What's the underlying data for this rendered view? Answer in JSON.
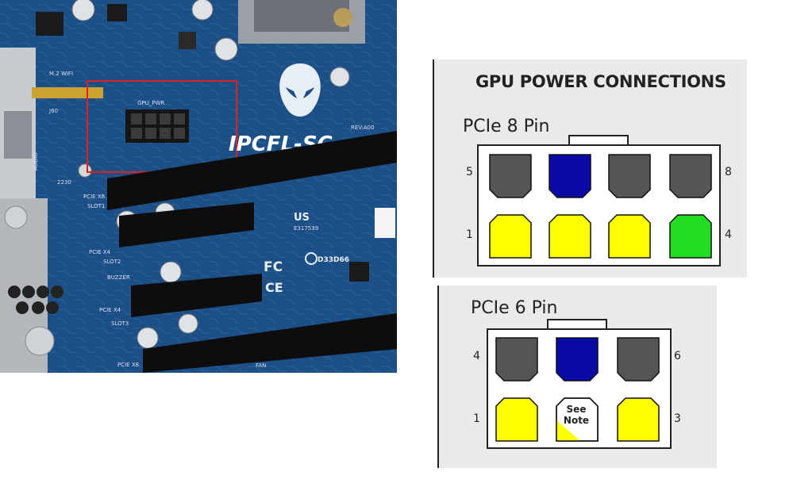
{
  "board": {
    "header_label": "GPU_PWR",
    "model": "IPCFL-SC",
    "rev": "REV:A00",
    "m2_label": "M.2 WIFI",
    "ref_j60": "J60",
    "ref_2230": "2230",
    "audio": "AUDIO",
    "slot_labels": [
      "PCIE X8",
      "SLOT1",
      "PCIE X4",
      "SLOT2",
      "BUZZER",
      "PCIE X4",
      "SLOT3",
      "PCIE X8"
    ],
    "ul_mark": "E317539",
    "ul_text": "US",
    "fc": "FC",
    "ce": "CE",
    "dell_code": "D33D66",
    "fan": "FAN"
  },
  "diagram": {
    "title": "GPU POWER CONNECTIONS",
    "pcie8": {
      "label": "PCIe 8 Pin",
      "top_left": "5",
      "top_right": "8",
      "bottom_left": "1",
      "bottom_right": "4",
      "top_colors": [
        "#555555",
        "#0a0aa8",
        "#555555",
        "#555555"
      ],
      "bottom_colors": [
        "#ffff00",
        "#ffff00",
        "#ffff00",
        "#22dd22"
      ]
    },
    "pcie6": {
      "label": "PCIe 6 Pin",
      "top_left": "4",
      "top_right": "6",
      "bottom_left": "1",
      "bottom_right": "3",
      "top_colors": [
        "#555555",
        "#0a0aa8",
        "#555555"
      ],
      "bottom_colors": [
        "#ffff00",
        "split",
        "#ffff00"
      ],
      "note_line1": "See",
      "note_line2": "Note"
    }
  },
  "colors": {
    "board": "#1c4f86",
    "highlight": "#e02020",
    "connector": "#ffffff",
    "outline": "#222222"
  }
}
